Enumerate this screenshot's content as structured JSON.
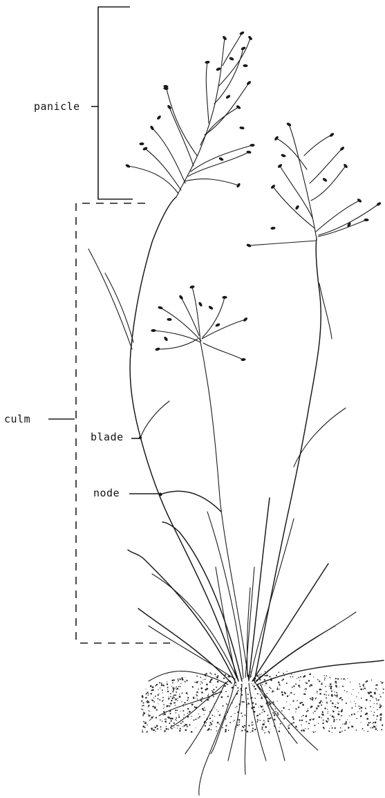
{
  "labels": {
    "panicle": "panicle",
    "culm": "culm",
    "blade": "blade",
    "node": "node"
  },
  "colors": {
    "ink": "#1a1a1a",
    "background": "#ffffff"
  }
}
